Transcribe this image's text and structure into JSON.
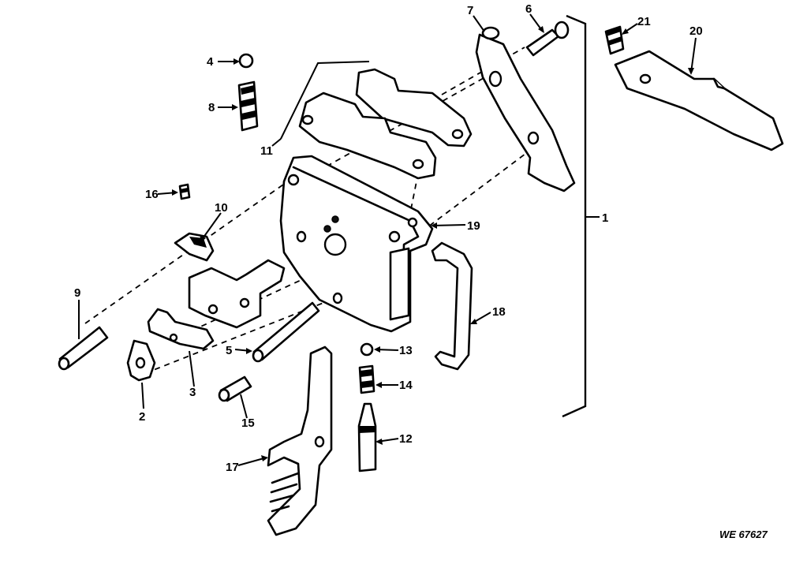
{
  "callouts": {
    "c1": "1",
    "c2": "2",
    "c3": "3",
    "c4": "4",
    "c5": "5",
    "c6": "6",
    "c7": "7",
    "c8": "8",
    "c9": "9",
    "c10": "10",
    "c11": "11",
    "c12": "12",
    "c13": "13",
    "c14": "14",
    "c15": "15",
    "c16": "16",
    "c17": "17",
    "c18": "18",
    "c19": "19",
    "c20": "20",
    "c21": "21"
  },
  "figure_id": "WE 67627"
}
